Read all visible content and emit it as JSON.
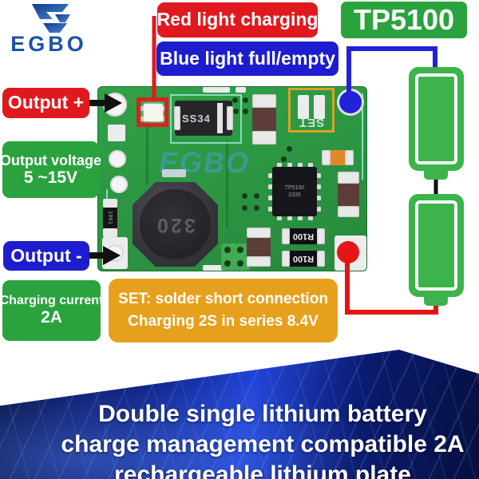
{
  "logo": {
    "text": "EGBO"
  },
  "callouts": {
    "red_light": "Red light charging",
    "blue_light": "Blue light full/empty",
    "chip": "TP5100",
    "output_plus": "Output +",
    "output_voltage_line1": "Output voltage",
    "output_voltage_line2": "5 ~15V",
    "output_minus": "Output -",
    "charging_current_line1": "Charging current",
    "charging_current_line2": "2A",
    "set_line1": "SET: solder short connection",
    "set_line2": "Charging 2S in series 8.4V"
  },
  "pcb": {
    "diode_marking": "SS34",
    "set_silkscreen": "SET",
    "ic_marking_line1": "TP5100",
    "ic_marking_line2": "2335",
    "inductor_marking": "320",
    "resistor_marking": "R100",
    "small_resistor_marking": "1001",
    "watermark": "EGBO"
  },
  "banner": {
    "line1": "Double single lithium battery",
    "line2": "charge management compatible 2A",
    "line3": "rechargeable lithium plate"
  },
  "colors": {
    "label_red": "#e0191f",
    "label_blue": "#1d1dce",
    "label_green": "#2aa33e",
    "label_orange": "#e7a01b",
    "pcb_green": "#2b9441",
    "battery_green": "#3cb44b",
    "wire_blue": "#2222d8",
    "wire_red": "#e41414",
    "banner_navy": "#0a1a6e"
  }
}
